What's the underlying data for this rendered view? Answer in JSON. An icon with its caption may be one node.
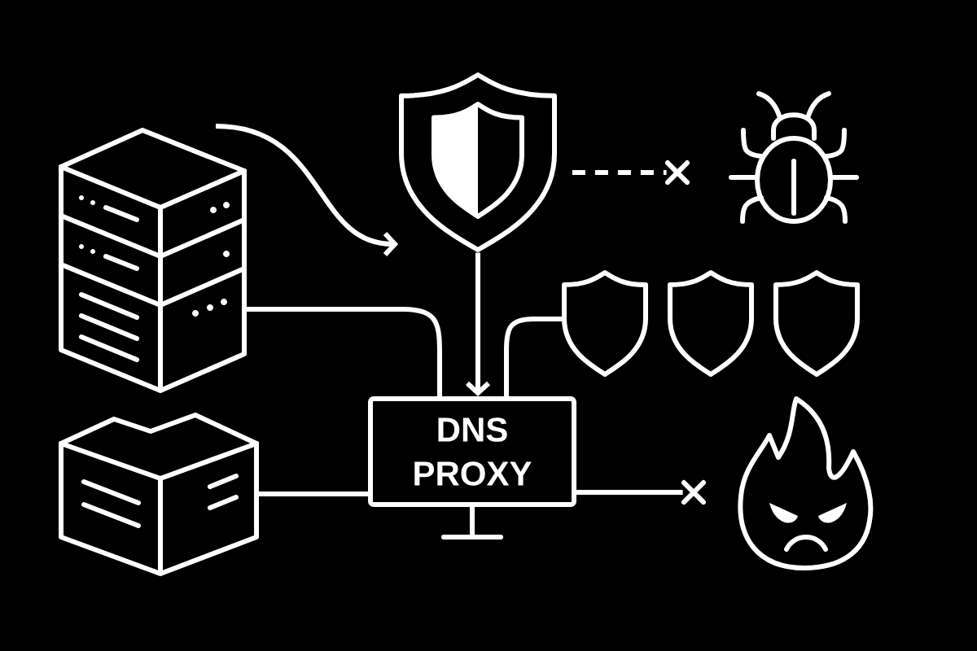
{
  "diagram": {
    "nodes": [
      {
        "text": [],
        "shape": "picture"
      },
      {
        "text": [],
        "shape": "picture"
      },
      {
        "text": [],
        "shape": "picture"
      },
      {
        "text": [],
        "shape": "cross"
      },
      {
        "text": [],
        "shape": "picture"
      },
      {
        "text": [],
        "shape": "picture"
      },
      {
        "text": [],
        "shape": "picture"
      },
      {
        "text": [],
        "shape": "picture"
      },
      {
        "text": [
          "DNS PROXY"
        ]
      },
      {
        "text": [],
        "shape": "cross"
      },
      {
        "text": [],
        "shape": "picture"
      }
    ],
    "edges": [
      {
        "from": 0,
        "to": 2,
        "arrow": "to"
      },
      {
        "from": 2,
        "to": 3,
        "arrow": "none",
        "style": "dashed"
      },
      {
        "from": 2,
        "to": 8,
        "arrow": "to"
      },
      {
        "from": 0,
        "to": 8,
        "arrow": "none"
      },
      {
        "from": 5,
        "to": 8,
        "arrow": "none"
      },
      {
        "from": 1,
        "to": 8,
        "arrow": "none"
      },
      {
        "from": 8,
        "to": 9,
        "arrow": "none"
      }
    ]
  }
}
